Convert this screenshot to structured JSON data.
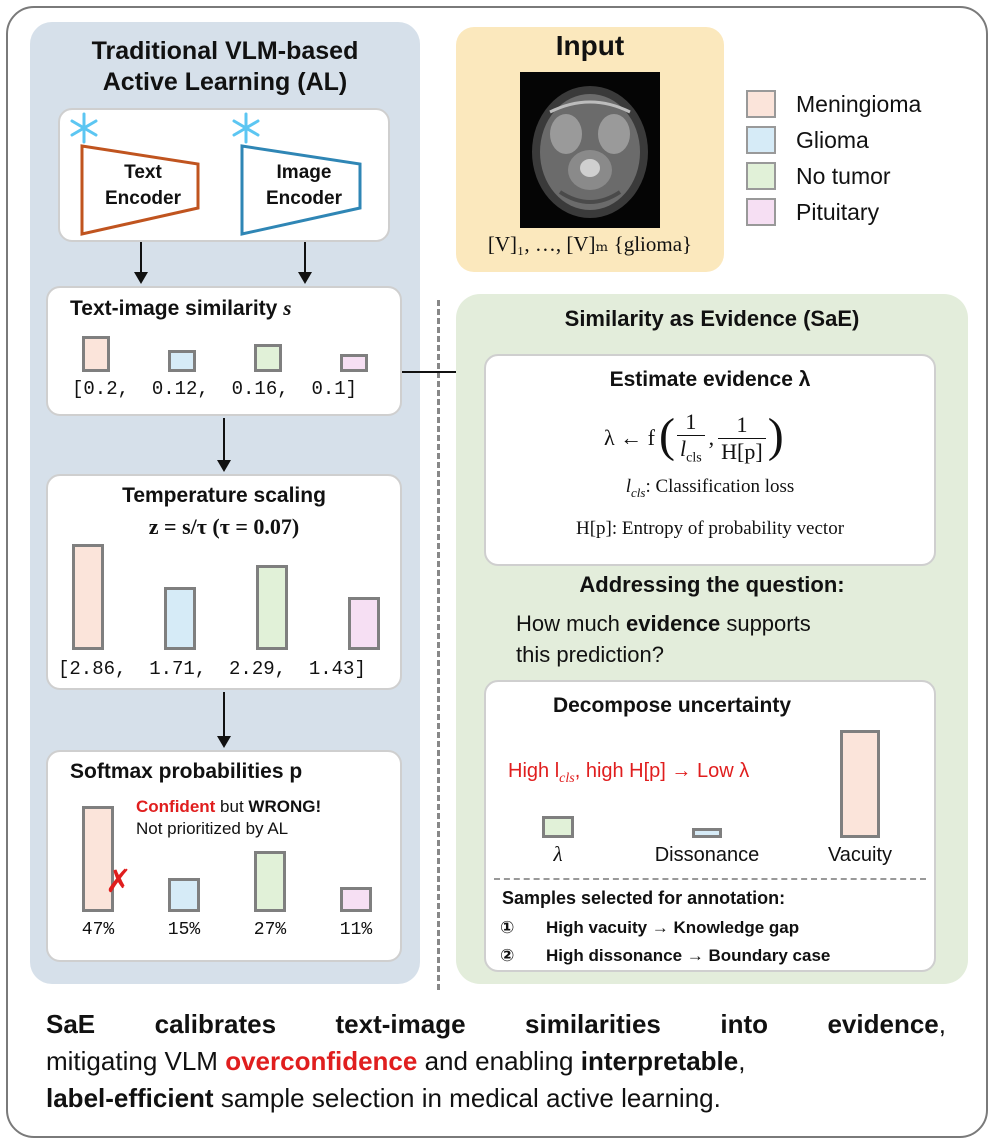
{
  "left_panel": {
    "title_line1": "Traditional VLM-based",
    "title_line2": "Active Learning (AL)",
    "text_encoder_line1": "Text",
    "text_encoder_line2": "Encoder",
    "image_encoder_line1": "Image",
    "image_encoder_line2": "Encoder",
    "similarity": {
      "title": "Text-image similarity ",
      "symbol": "s",
      "values_text": "[0.2,  0.12,  0.16,  0.1]",
      "values": [
        0.2,
        0.12,
        0.16,
        0.1
      ]
    },
    "temperature": {
      "title": "Temperature scaling",
      "formula": "z = s/τ (τ = 0.07)",
      "values_text": "[2.86,  1.71,  2.29,  1.43]",
      "values": [
        2.86,
        1.71,
        2.29,
        1.43
      ]
    },
    "softmax": {
      "title": "Softmax probabilities p",
      "confident": "Confident",
      "but": " but ",
      "wrong": "WRONG!",
      "not_prioritized": "Not prioritized by AL",
      "labels": [
        "47%",
        "15%",
        "27%",
        "11%"
      ],
      "values": [
        47,
        15,
        27,
        11
      ]
    }
  },
  "input": {
    "title": "Input",
    "caption": "[V]₁, …, [V]ₘ {glioma}"
  },
  "legend": {
    "items": [
      {
        "label": "Meningioma",
        "color": "#fbe4da"
      },
      {
        "label": "Glioma",
        "color": "#d6ebf7"
      },
      {
        "label": "No tumor",
        "color": "#e1f1d8"
      },
      {
        "label": "Pituitary",
        "color": "#f6dff3"
      }
    ]
  },
  "right_panel": {
    "title": "Similarity as Evidence (SaE)",
    "estimate": {
      "title": "Estimate evidence λ",
      "formula_lhs": "λ ← f",
      "frac1_num": "1",
      "frac1_den": "l",
      "frac1_den_sub": "cls",
      "frac2_num": "1",
      "frac2_den": "H[p]",
      "cls_symbol": "l",
      "cls_sub": "cls",
      "cls_text": ": Classification loss",
      "entropy_symbol": "H[p]",
      "entropy_text": ": Entropy of probability vector"
    },
    "question": {
      "title": "Addressing the question:",
      "line1_a": "How much ",
      "line1_b": "evidence",
      "line1_c": " supports",
      "line2": "this prediction?"
    },
    "decompose": {
      "title": "Decompose uncertainty",
      "statement": "High l",
      "statement_sub": "cls",
      "statement_mid": ", high H[p] → Low λ",
      "bar_labels": [
        "λ",
        "Dissonance",
        "Vacuity"
      ],
      "samples_title": "Samples selected for annotation:",
      "sample1_num": "①",
      "sample1": "High vacuity → Knowledge gap",
      "sample2_num": "②",
      "sample2": "High dissonance → Boundary case"
    }
  },
  "footer": {
    "l1_a": "SaE calibrates text-image similarities into evidence",
    "l1_b": ",",
    "l2_a": "mitigating VLM ",
    "l2_b": "overconfidence",
    "l2_c": " and enabling ",
    "l2_d": "interpretable",
    "l2_e": ",",
    "l3_a": "label-efficient",
    "l3_b": " sample selection in medical active learning."
  },
  "colors": {
    "red": "#e01e1e",
    "text_encoder": "#c0541f",
    "image_encoder": "#2f86b5",
    "snow": "#5cc6f2"
  }
}
